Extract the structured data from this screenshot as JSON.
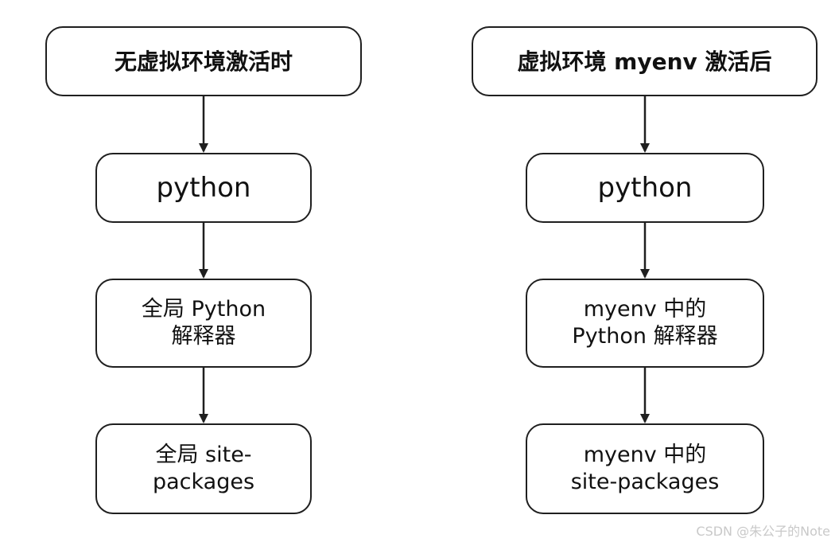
{
  "left": {
    "head": "无虚拟环境激活时",
    "python": "python",
    "interp": [
      "全局 Python",
      "解释器"
    ],
    "site": [
      "全局 site-",
      "packages"
    ]
  },
  "right": {
    "head": "虚拟环境 myenv 激活后",
    "python": "python",
    "interp": [
      "myenv 中的",
      "Python 解释器"
    ],
    "site": [
      "myenv 中的",
      "site-packages"
    ]
  },
  "watermark": "CSDN @朱公子的Note"
}
